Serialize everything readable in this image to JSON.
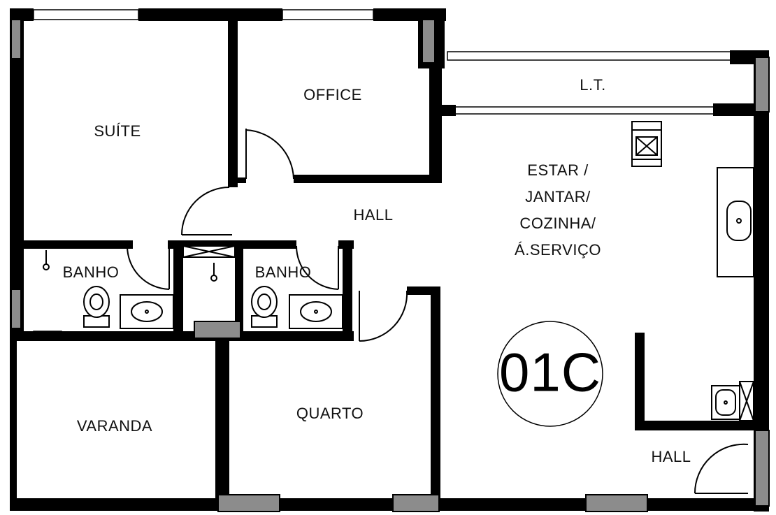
{
  "rooms": {
    "suite": "SUÍTE",
    "office": "OFFICE",
    "lt": "L.T.",
    "estar_lines": [
      "ESTAR /",
      "JANTAR/",
      "COZINHA/",
      "Á.SERVIÇO"
    ],
    "hall_main": "HALL",
    "banho_left": "BANHO",
    "banho_right": "BANHO",
    "varanda": "VARANDA",
    "quarto": "QUARTO",
    "hall_entry": "HALL"
  },
  "unit": {
    "code": "01C"
  }
}
